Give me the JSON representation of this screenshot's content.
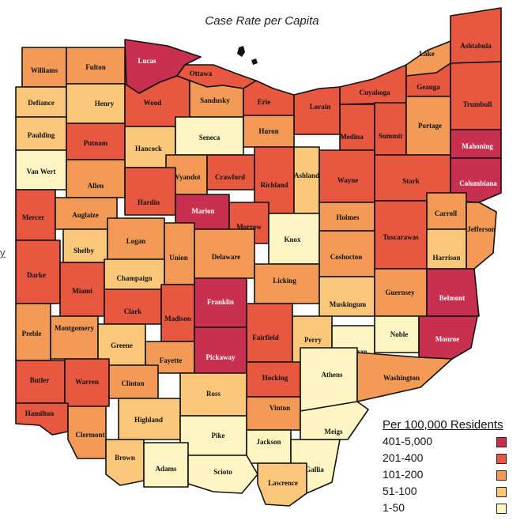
{
  "title": "Case Rate per Capita",
  "side_mark": "y",
  "legend": {
    "title": "Per 100,000 Residents",
    "items": [
      {
        "label": "401-5,000",
        "color": "#c8304f"
      },
      {
        "label": "201-400",
        "color": "#e8573f"
      },
      {
        "label": "101-200",
        "color": "#f39a57"
      },
      {
        "label": "51-100",
        "color": "#fbc87a"
      },
      {
        "label": "1-50",
        "color": "#fdf5c2"
      }
    ]
  },
  "counties": [
    {
      "name": "Williams",
      "tier": 2
    },
    {
      "name": "Fulton",
      "tier": 2
    },
    {
      "name": "Lucas",
      "tier": 0
    },
    {
      "name": "Ottawa",
      "tier": 1
    },
    {
      "name": "Defiance",
      "tier": 3
    },
    {
      "name": "Henry",
      "tier": 3
    },
    {
      "name": "Wood",
      "tier": 1
    },
    {
      "name": "Sandusky",
      "tier": 2
    },
    {
      "name": "Erie",
      "tier": 1
    },
    {
      "name": "Lorain",
      "tier": 1
    },
    {
      "name": "Cuyahoga",
      "tier": 1
    },
    {
      "name": "Lake",
      "tier": 2
    },
    {
      "name": "Ashtabula",
      "tier": 1
    },
    {
      "name": "Geauga",
      "tier": 1
    },
    {
      "name": "Trumbull",
      "tier": 1
    },
    {
      "name": "Paulding",
      "tier": 3
    },
    {
      "name": "Putnam",
      "tier": 1
    },
    {
      "name": "Hancock",
      "tier": 3
    },
    {
      "name": "Seneca",
      "tier": 4
    },
    {
      "name": "Huron",
      "tier": 2
    },
    {
      "name": "Medina",
      "tier": 1
    },
    {
      "name": "Summit",
      "tier": 1
    },
    {
      "name": "Portage",
      "tier": 2
    },
    {
      "name": "Mahoning",
      "tier": 0
    },
    {
      "name": "Van Wert",
      "tier": 4
    },
    {
      "name": "Allen",
      "tier": 2
    },
    {
      "name": "Wyandot",
      "tier": 2
    },
    {
      "name": "Crawford",
      "tier": 1
    },
    {
      "name": "Richland",
      "tier": 1
    },
    {
      "name": "Ashland",
      "tier": 3
    },
    {
      "name": "Wayne",
      "tier": 1
    },
    {
      "name": "Stark",
      "tier": 1
    },
    {
      "name": "Columbiana",
      "tier": 0
    },
    {
      "name": "Mercer",
      "tier": 1
    },
    {
      "name": "Auglaize",
      "tier": 2
    },
    {
      "name": "Hardin",
      "tier": 1
    },
    {
      "name": "Marion",
      "tier": 0
    },
    {
      "name": "Morrow",
      "tier": 1
    },
    {
      "name": "Holmes",
      "tier": 2
    },
    {
      "name": "Carroll",
      "tier": 2
    },
    {
      "name": "Tuscarawas",
      "tier": 1
    },
    {
      "name": "Jefferson",
      "tier": 2
    },
    {
      "name": "Shelby",
      "tier": 3
    },
    {
      "name": "Logan",
      "tier": 2
    },
    {
      "name": "Union",
      "tier": 2
    },
    {
      "name": "Delaware",
      "tier": 2
    },
    {
      "name": "Knox",
      "tier": 4
    },
    {
      "name": "Coshocton",
      "tier": 2
    },
    {
      "name": "Harrison",
      "tier": 3
    },
    {
      "name": "Darke",
      "tier": 1
    },
    {
      "name": "Miami",
      "tier": 1
    },
    {
      "name": "Champaign",
      "tier": 3
    },
    {
      "name": "Licking",
      "tier": 2
    },
    {
      "name": "Muskingum",
      "tier": 3
    },
    {
      "name": "Guernsey",
      "tier": 2
    },
    {
      "name": "Belmont",
      "tier": 0
    },
    {
      "name": "Clark",
      "tier": 1
    },
    {
      "name": "Franklin",
      "tier": 0
    },
    {
      "name": "Madison",
      "tier": 1
    },
    {
      "name": "Preble",
      "tier": 2
    },
    {
      "name": "Montgomery",
      "tier": 2
    },
    {
      "name": "Greene",
      "tier": 3
    },
    {
      "name": "Fayette",
      "tier": 2
    },
    {
      "name": "Fairfield",
      "tier": 1
    },
    {
      "name": "Perry",
      "tier": 3
    },
    {
      "name": "Morgan",
      "tier": 4
    },
    {
      "name": "Noble",
      "tier": 4
    },
    {
      "name": "Monroe",
      "tier": 0
    },
    {
      "name": "Pickaway",
      "tier": 0
    },
    {
      "name": "Hocking",
      "tier": 1
    },
    {
      "name": "Butler",
      "tier": 1
    },
    {
      "name": "Warren",
      "tier": 1
    },
    {
      "name": "Clinton",
      "tier": 2
    },
    {
      "name": "Ross",
      "tier": 3
    },
    {
      "name": "Athens",
      "tier": 4
    },
    {
      "name": "Washington",
      "tier": 2
    },
    {
      "name": "Vinton",
      "tier": 2
    },
    {
      "name": "Highland",
      "tier": 3
    },
    {
      "name": "Hamilton",
      "tier": 1
    },
    {
      "name": "Clermont",
      "tier": 2
    },
    {
      "name": "Pike",
      "tier": 4
    },
    {
      "name": "Jackson",
      "tier": 4
    },
    {
      "name": "Meigs",
      "tier": 4
    },
    {
      "name": "Brown",
      "tier": 3
    },
    {
      "name": "Adams",
      "tier": 4
    },
    {
      "name": "Scioto",
      "tier": 4
    },
    {
      "name": "Gallia",
      "tier": 4
    },
    {
      "name": "Lawrence",
      "tier": 3
    }
  ]
}
